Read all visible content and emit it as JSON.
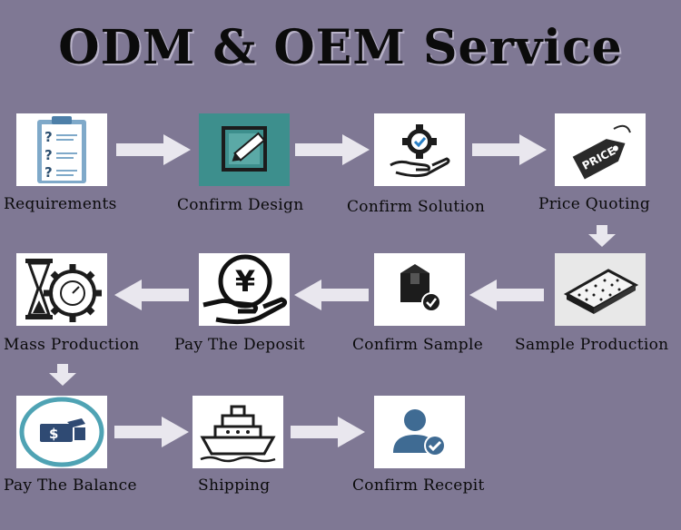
{
  "title": "ODM & OEM Service",
  "steps": [
    {
      "label": "Requirements",
      "icon": "clipboard-icon"
    },
    {
      "label": "Confirm Design",
      "icon": "edit-icon"
    },
    {
      "label": "Confirm Solution",
      "icon": "hand-gear-icon"
    },
    {
      "label": "Price Quoting",
      "icon": "price-tag-icon"
    },
    {
      "label": "Sample Production",
      "icon": "mattress-icon"
    },
    {
      "label": "Confirm Sample",
      "icon": "box-icon"
    },
    {
      "label": "Pay The Deposit",
      "icon": "yen-hand-icon"
    },
    {
      "label": "Mass Production",
      "icon": "hourglass-gear-icon"
    },
    {
      "label": "Pay The Balance",
      "icon": "payment-icon"
    },
    {
      "label": "Shipping",
      "icon": "ship-icon"
    },
    {
      "label": "Confirm Recepit",
      "icon": "user-check-icon"
    }
  ],
  "colors": {
    "background": "#7f7894",
    "arrow": "#e9e7ee",
    "teal": "#3d8f8d",
    "dark": "#1c1c1c"
  }
}
